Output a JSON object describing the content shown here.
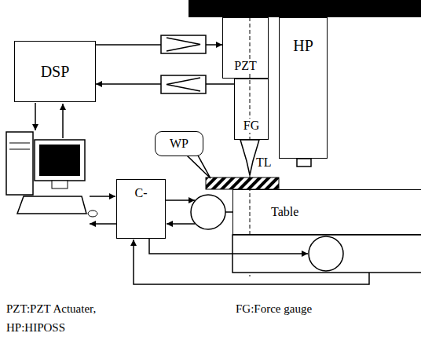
{
  "diagram": {
    "nodes": [
      {
        "text": [
          "DSP"
        ]
      },
      {
        "text": [
          "PZT"
        ]
      },
      {
        "text": [
          "FG"
        ]
      },
      {
        "text": [
          "HP"
        ]
      },
      {
        "text": [
          "WP"
        ]
      },
      {
        "text": [
          "C-"
        ]
      },
      {
        "text": [
          "Table"
        ]
      }
    ],
    "edges": [
      {
        "from": 0,
        "to": 1,
        "arrow": "to"
      },
      {
        "from": 2,
        "to": 0,
        "arrow": "to"
      }
    ],
    "labels": [
      "TL",
      "PZT:PZT Actuater,",
      "FG:Force gauge",
      "HP:HIPOSS"
    ]
  }
}
